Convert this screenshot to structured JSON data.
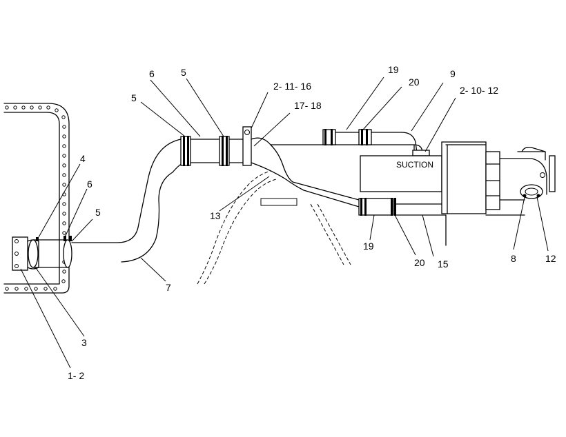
{
  "callouts": [
    {
      "id": "c-1-2",
      "text": "1- 2"
    },
    {
      "id": "c-3",
      "text": "3"
    },
    {
      "id": "c-4",
      "text": "4"
    },
    {
      "id": "c-6-left",
      "text": "6"
    },
    {
      "id": "c-5-left",
      "text": "5"
    },
    {
      "id": "c-7",
      "text": "7"
    },
    {
      "id": "c-5-topleft",
      "text": "5"
    },
    {
      "id": "c-6-top",
      "text": "6"
    },
    {
      "id": "c-5-top",
      "text": "5"
    },
    {
      "id": "c-2-11-16",
      "text": "2- 11- 16"
    },
    {
      "id": "c-17-18",
      "text": "17- 18"
    },
    {
      "id": "c-13",
      "text": "13"
    },
    {
      "id": "c-19-top",
      "text": "19"
    },
    {
      "id": "c-20-top",
      "text": "20"
    },
    {
      "id": "c-9",
      "text": "9"
    },
    {
      "id": "c-2-10-12",
      "text": "2- 10- 12"
    },
    {
      "id": "c-19-bottom",
      "text": "19"
    },
    {
      "id": "c-20-bottom",
      "text": "20"
    },
    {
      "id": "c-15",
      "text": "15"
    },
    {
      "id": "c-8",
      "text": "8"
    },
    {
      "id": "c-12",
      "text": "12"
    }
  ],
  "pump_label": "SUCTION"
}
